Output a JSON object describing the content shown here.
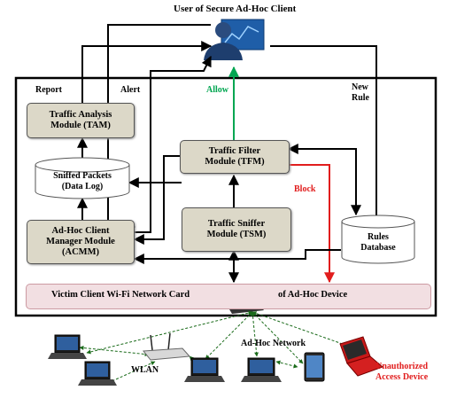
{
  "title": "User of Secure Ad-Hoc Client",
  "edge_labels": {
    "report": "Report",
    "alert": "Alert",
    "allow": "Allow",
    "new_rule_line1": "New",
    "new_rule_line2": "Rule",
    "block": "Block"
  },
  "modules": {
    "tam": {
      "line1": "Traffic Analysis",
      "line2": "Module (TAM)"
    },
    "sniffed": {
      "line1": "Sniffed Packets",
      "line2": "(Data Log)"
    },
    "acmm": {
      "line1": "Ad-Hoc Client",
      "line2": "Manager Module",
      "line3": "(ACMM)"
    },
    "tfm": {
      "line1": "Traffic Filter",
      "line2": "Module (TFM)"
    },
    "tsm": {
      "line1": "Traffic Sniffer",
      "line2": "Module (TSM)"
    },
    "rules": {
      "line1": "Rules",
      "line2": "Database"
    }
  },
  "wifi_card": {
    "left": "Victim Client Wi-Fi Network Card",
    "right": "of Ad-Hoc Device"
  },
  "network": {
    "adhoc": "Ad-Hoc Network",
    "wlan": "WLAN",
    "unauthorized_line1": "Unauthorized",
    "unauthorized_line2": "Access Device"
  },
  "colors": {
    "allow": "#00a651",
    "block": "#e11d1d",
    "unauthorized": "#e11d1d"
  }
}
